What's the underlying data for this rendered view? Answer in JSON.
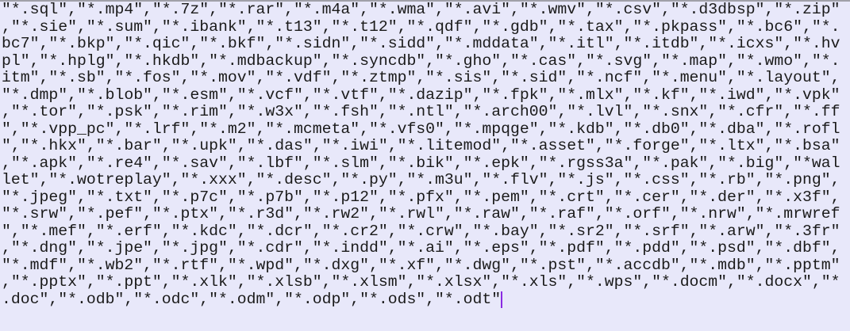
{
  "editor": {
    "caret_color": "#8a2be2",
    "lines": [
      "\"*.sql\",\"*.mp4\",\"*.7z\",\"*.rar\",\"*.m4a\",\"*.wma\",\"*.avi\",\"*.wmv\",\"*.csv\",\"*.d3dbsp\",\"*.zip\"",
      ",\"*.sie\",\"*.sum\",\"*.ibank\",\"*.t13\",\"*.t12\",\"*.qdf\",\"*.gdb\",\"*.tax\",\"*.pkpass\",\"*.bc6\",\"*.",
      "bc7\",\"*.bkp\",\"*.qic\",\"*.bkf\",\"*.sidn\",\"*.sidd\",\"*.mddata\",\"*.itl\",\"*.itdb\",\"*.icxs\",\"*.hv",
      "pl\",\"*.hplg\",\"*.hkdb\",\"*.mdbackup\",\"*.syncdb\",\"*.gho\",\"*.cas\",\"*.svg\",\"*.map\",\"*.wmo\",\"*.",
      "itm\",\"*.sb\",\"*.fos\",\"*.mov\",\"*.vdf\",\"*.ztmp\",\"*.sis\",\"*.sid\",\"*.ncf\",\"*.menu\",\"*.layout\",",
      "\"*.dmp\",\"*.blob\",\"*.esm\",\"*.vcf\",\"*.vtf\",\"*.dazip\",\"*.fpk\",\"*.mlx\",\"*.kf\",\"*.iwd\",\"*.vpk\"",
      ",\"*.tor\",\"*.psk\",\"*.rim\",\"*.w3x\",\"*.fsh\",\"*.ntl\",\"*.arch00\",\"*.lvl\",\"*.snx\",\"*.cfr\",\"*.ff",
      "\",\"*.vpp_pc\",\"*.lrf\",\"*.m2\",\"*.mcmeta\",\"*.vfs0\",\"*.mpqge\",\"*.kdb\",\"*.db0\",\"*.dba\",\"*.rofl",
      "\",\"*.hkx\",\"*.bar\",\"*.upk\",\"*.das\",\"*.iwi\",\"*.litemod\",\"*.asset\",\"*.forge\",\"*.ltx\",\"*.bsa\"",
      ",\"*.apk\",\"*.re4\",\"*.sav\",\"*.lbf\",\"*.slm\",\"*.bik\",\"*.epk\",\"*.rgss3a\",\"*.pak\",\"*.big\",\"*wal",
      "let\",\"*.wotreplay\",\"*.xxx\",\"*.desc\",\"*.py\",\"*.m3u\",\"*.flv\",\"*.js\",\"*.css\",\"*.rb\",\"*.png\",",
      "\"*.jpeg\",\"*.txt\",\"*.p7c\",\"*.p7b\",\"*.p12\",\"*.pfx\",\"*.pem\",\"*.crt\",\"*.cer\",\"*.der\",\"*.x3f\",",
      "\"*.srw\",\"*.pef\",\"*.ptx\",\"*.r3d\",\"*.rw2\",\"*.rwl\",\"*.raw\",\"*.raf\",\"*.orf\",\"*.nrw\",\"*.mrwref",
      "\",\"*.mef\",\"*.erf\",\"*.kdc\",\"*.dcr\",\"*.cr2\",\"*.crw\",\"*.bay\",\"*.sr2\",\"*.srf\",\"*.arw\",\"*.3fr\"",
      ",\"*.dng\",\"*.jpe\",\"*.jpg\",\"*.cdr\",\"*.indd\",\"*.ai\",\"*.eps\",\"*.pdf\",\"*.pdd\",\"*.psd\",\"*.dbf\",",
      "\"*.mdf\",\"*.wb2\",\"*.rtf\",\"*.wpd\",\"*.dxg\",\"*.xf\",\"*.dwg\",\"*.pst\",\"*.accdb\",\"*.mdb\",\"*.pptm\"",
      ",\"*.pptx\",\"*.ppt\",\"*.xlk\",\"*.xlsb\",\"*.xlsm\",\"*.xlsx\",\"*.xls\",\"*.wps\",\"*.docm\",\"*.docx\",\"*",
      ".doc\",\"*.odb\",\"*.odc\",\"*.odm\",\"*.odp\",\"*.ods\",\"*.odt\""
    ]
  }
}
